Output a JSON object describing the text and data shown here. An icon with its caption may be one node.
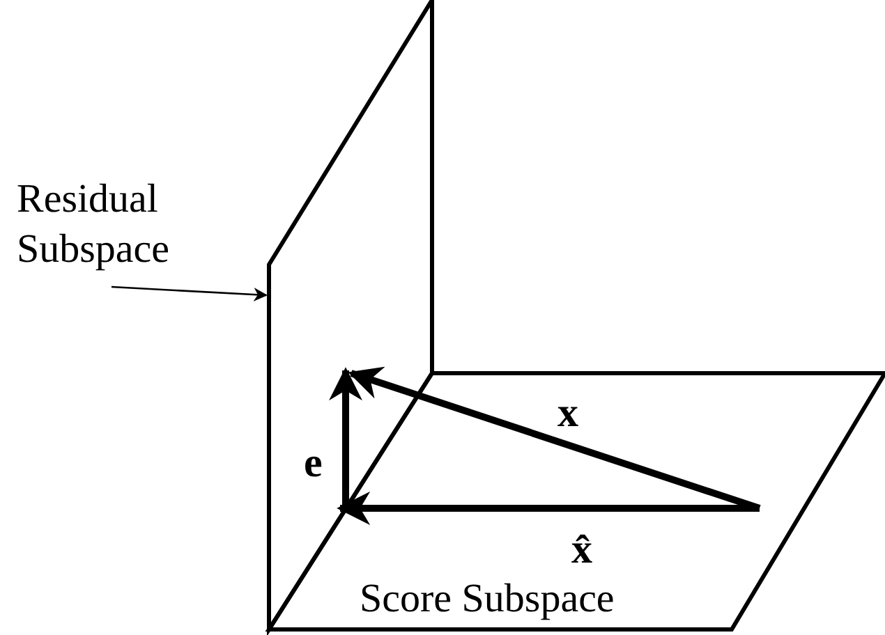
{
  "diagram": {
    "nodes": [
      {
        "text": [
          "Residual Subspace"
        ]
      },
      {
        "text": [],
        "shape": "box"
      },
      {
        "text": [
          "Score Subspace"
        ]
      }
    ],
    "edges": [
      {
        "from": 0,
        "to": 1,
        "arrow": "to"
      }
    ],
    "labels": [
      "x",
      "e",
      "x̂"
    ]
  }
}
